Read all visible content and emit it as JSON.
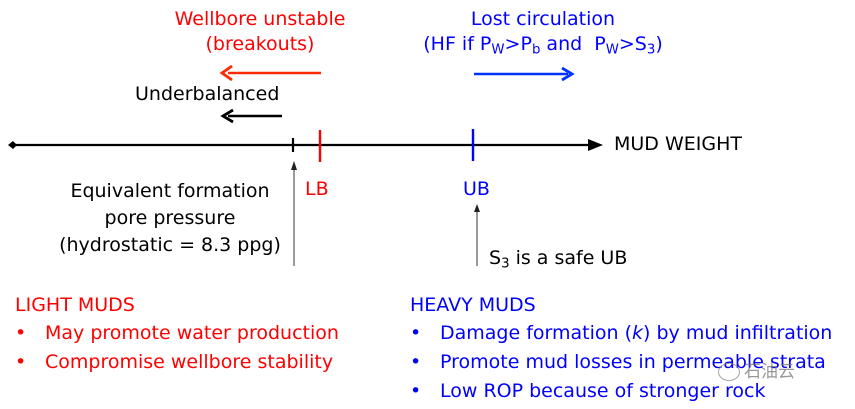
{
  "colors": {
    "light": "#ff0000",
    "heavy": "#0000ff",
    "axis": "#000000",
    "pointer": "#555555"
  },
  "top_left": {
    "line1": "Wellbore unstable",
    "line2": "(breakouts)",
    "underbalanced": "Underbalanced"
  },
  "top_right": {
    "line1": "Lost circulation",
    "line2_prefix": "(HF if P",
    "sub_w1": "W",
    "gt1": ">P",
    "sub_b": "b",
    "and": " and  P",
    "sub_w2": "W",
    "gt2": ">S",
    "sub_3": "3",
    "close": ")"
  },
  "axis": {
    "label": "MUD WEIGHT",
    "lb_label": "LB",
    "ub_label": "UB"
  },
  "pore_pressure": {
    "line1": "Equivalent formation",
    "line2": "pore pressure",
    "line3": "(hydrostatic = 8.3 ppg)"
  },
  "s3_note": {
    "prefix": "S",
    "sub": "3",
    "suffix": " is a safe UB"
  },
  "light_muds": {
    "heading": "LIGHT MUDS",
    "bullet": "•",
    "items": [
      {
        "text": "May promote water production"
      },
      {
        "text": "Compromise wellbore stability"
      }
    ]
  },
  "heavy_muds": {
    "heading": "HEAVY MUDS",
    "bullet": "•",
    "items": [
      {
        "pre": "Damage formation (",
        "italic": "k",
        "post": ") by mud infiltration"
      },
      {
        "text": "Promote mud losses in permeable strata"
      },
      {
        "text": "Low ROP because of stronger rock"
      }
    ]
  },
  "watermark": {
    "text": "石油云"
  }
}
